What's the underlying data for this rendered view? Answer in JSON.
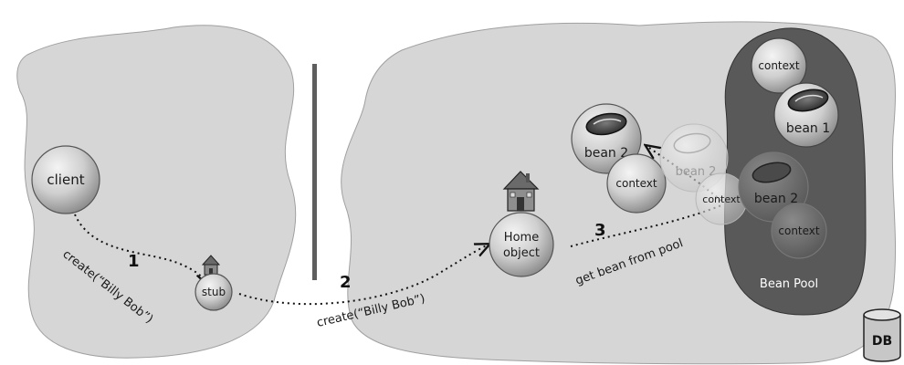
{
  "client": {
    "label": "client"
  },
  "stub": {
    "label": "stub"
  },
  "home": {
    "line1": "Home",
    "line2": "object"
  },
  "steps": {
    "one": {
      "number": "1",
      "label": "create(“Billy Bob”)"
    },
    "two": {
      "number": "2",
      "label": "create(“Billy Bob”)"
    },
    "three": {
      "number": "3",
      "label": "get bean from pool"
    }
  },
  "beans": {
    "bean2_active": "bean 2",
    "context_active": "context",
    "bean2_ghost": "bean 2",
    "context_ghost": "context",
    "pool_bean1": "bean 1",
    "pool_context_top": "context",
    "pool_bean2": "bean 2",
    "pool_context_bottom": "context"
  },
  "pool": {
    "label": "Bean Pool"
  },
  "db": {
    "label": "DB"
  },
  "colors": {
    "region": "#d6d6d6",
    "pool": "#595959",
    "sphere": "#c9c9c9",
    "divider": "#5e5e5e"
  }
}
